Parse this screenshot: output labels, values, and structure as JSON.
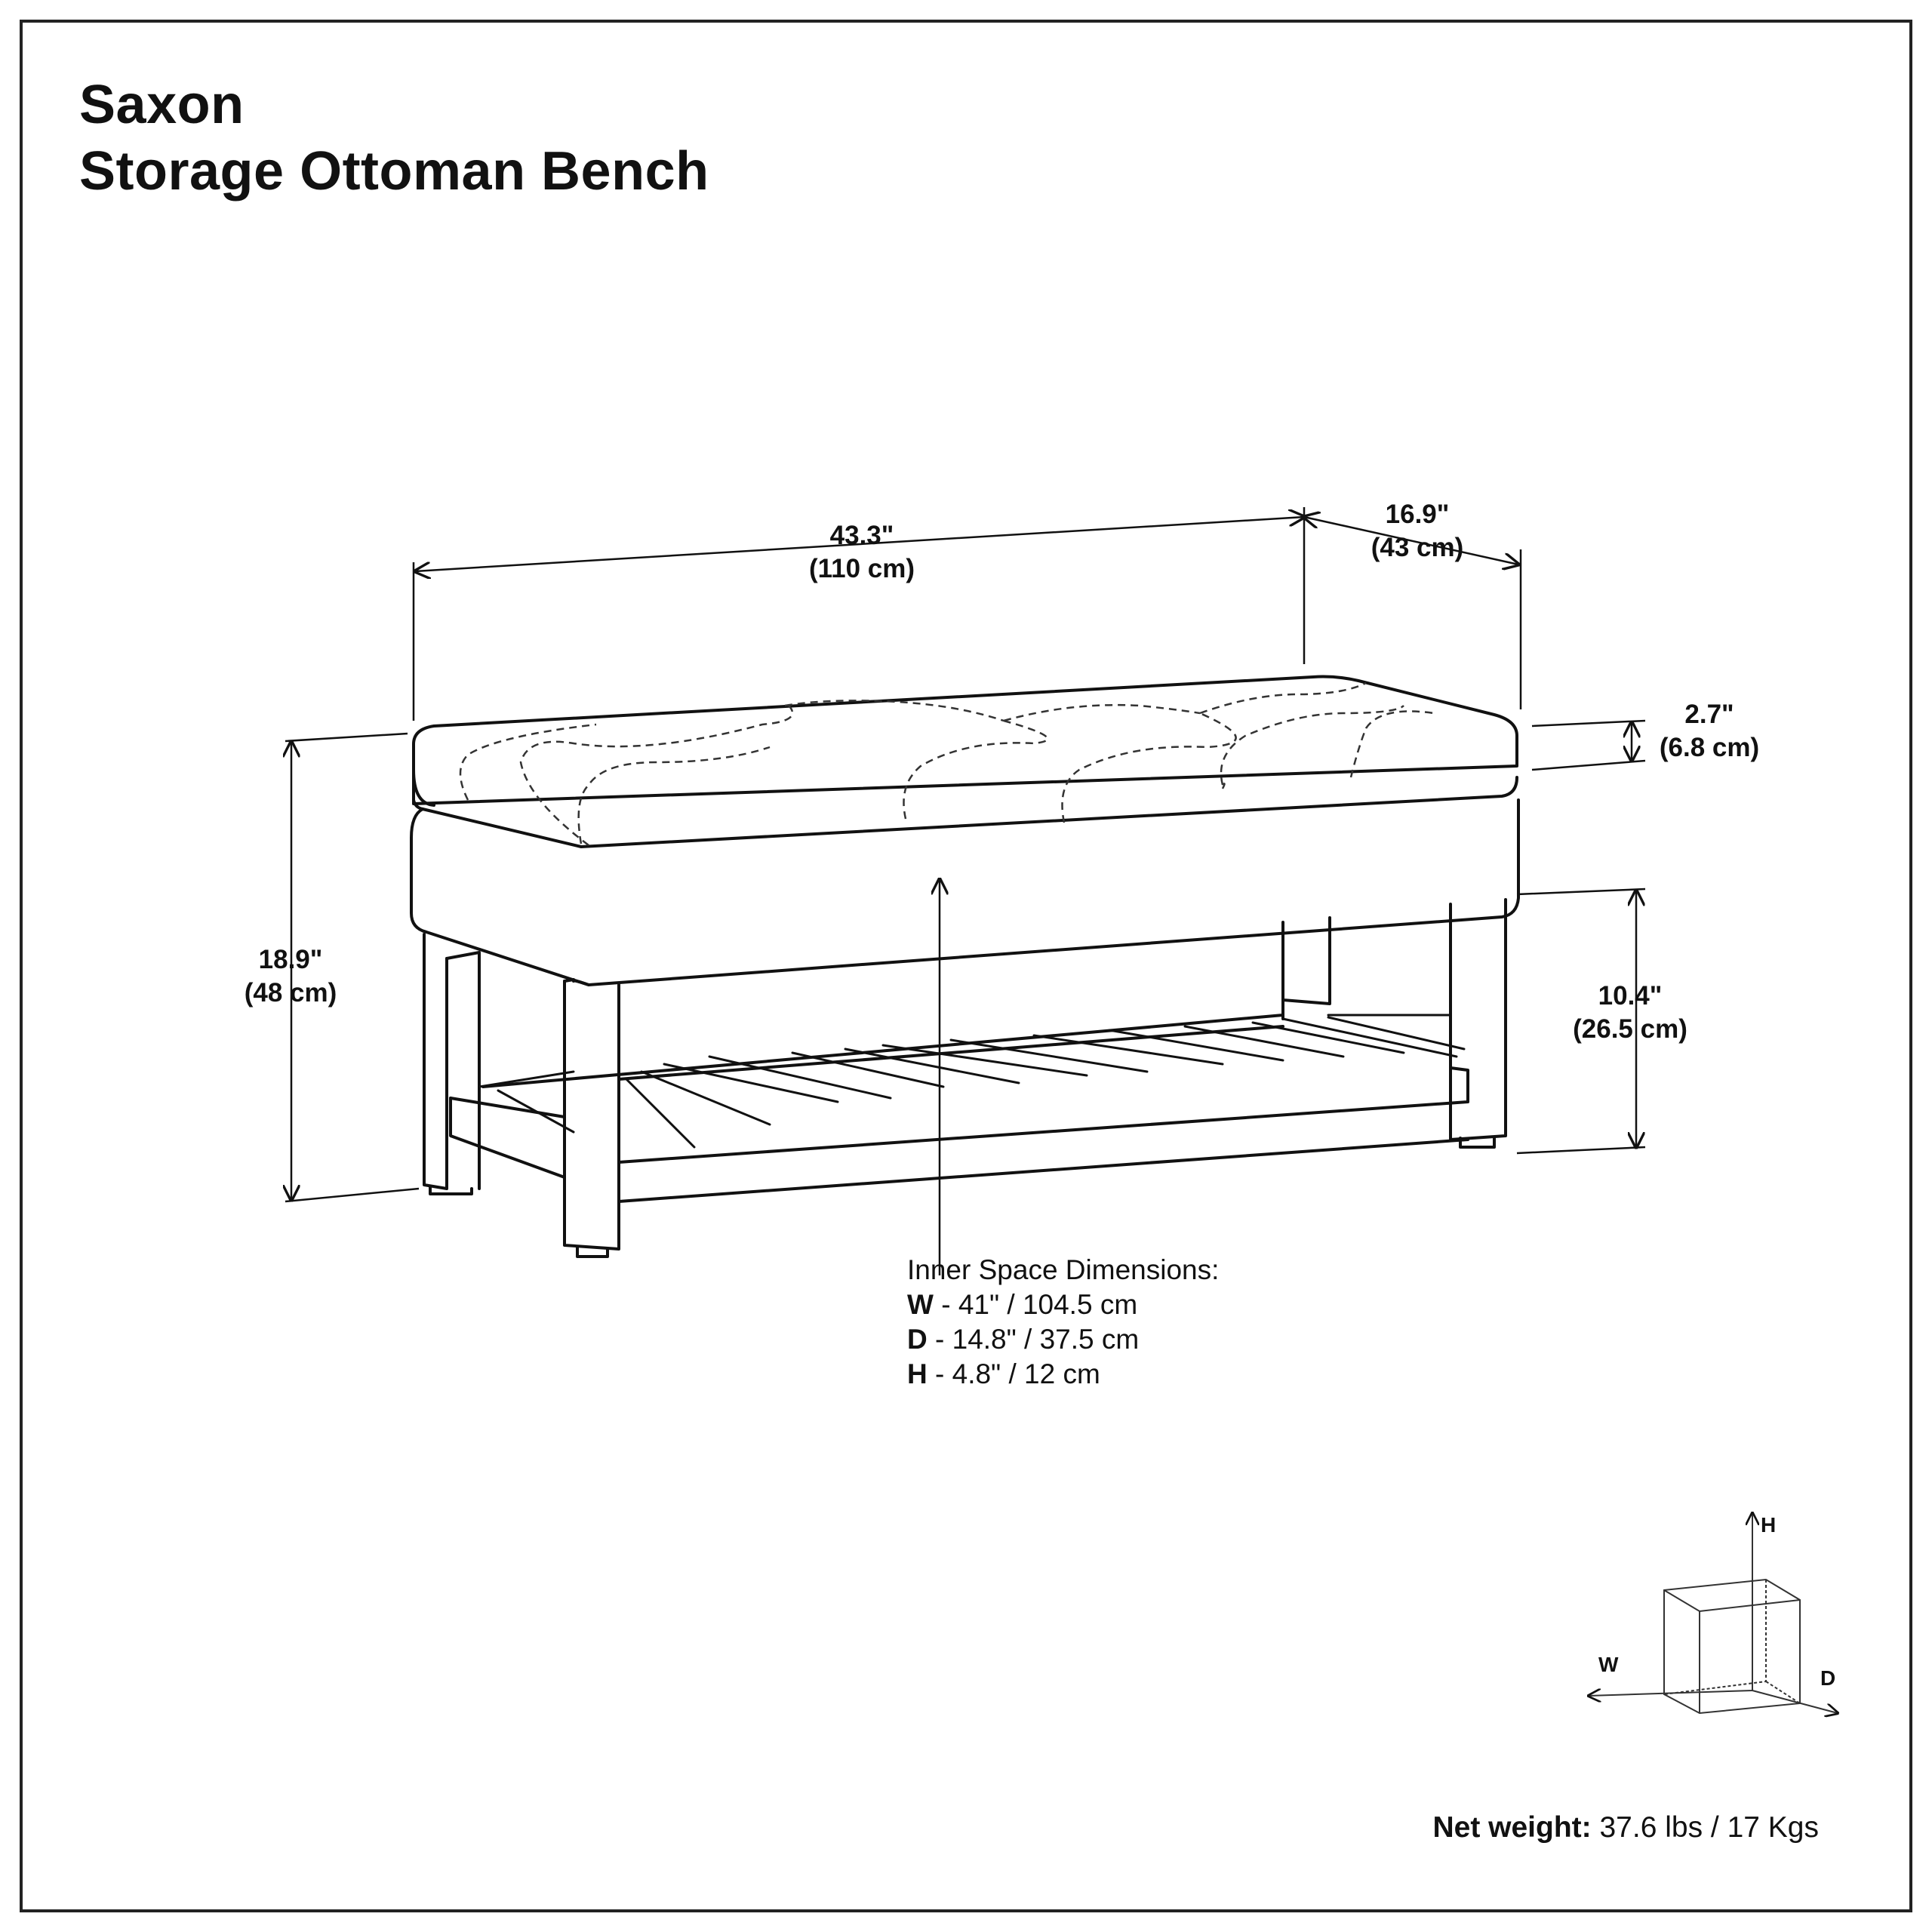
{
  "title": {
    "line1": "Saxon",
    "line2": "Storage Ottoman Bench"
  },
  "dimensions": {
    "width": {
      "in": "43.3\"",
      "cm": "(110 cm)"
    },
    "depth": {
      "in": "16.9\"",
      "cm": "(43 cm)"
    },
    "cushion": {
      "in": "2.7\"",
      "cm": "(6.8 cm)"
    },
    "height": {
      "in": "18.9\"",
      "cm": "(48 cm)"
    },
    "shelf": {
      "in": "10.4\"",
      "cm": "(26.5 cm)"
    }
  },
  "inner_space": {
    "heading": "Inner Space Dimensions:",
    "w_key": "W",
    "w_value": " - 41\" / 104.5 cm",
    "d_key": "D",
    "d_value": " - 14.8\" / 37.5 cm",
    "h_key": "H",
    "h_value": " - 4.8\" / 12 cm"
  },
  "axes": {
    "h": "H",
    "w": "W",
    "d": "D"
  },
  "net_weight": {
    "label": "Net weight:",
    "value": " 37.6 lbs / 17 Kgs"
  }
}
